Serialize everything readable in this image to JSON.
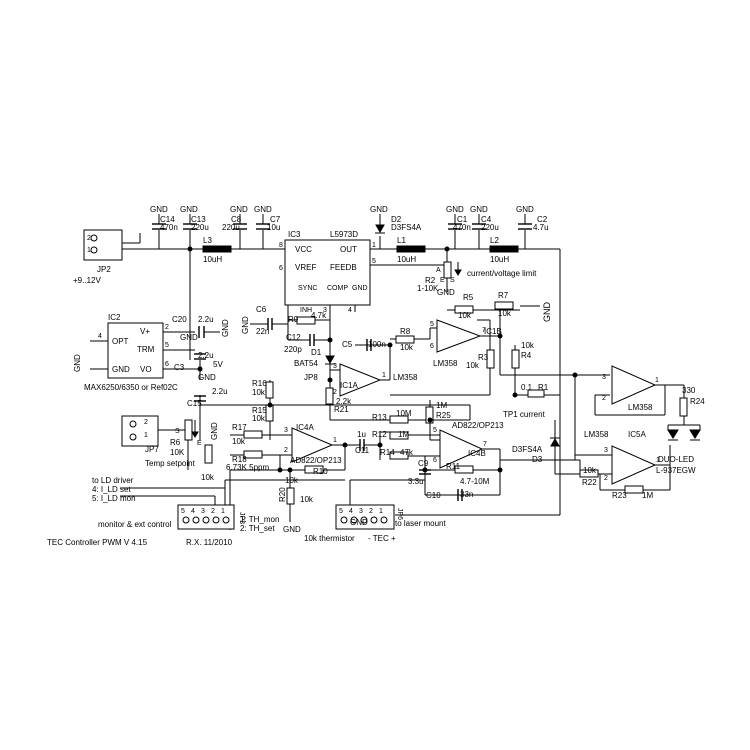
{
  "title": "TEC Controller PWM  V 4.15",
  "author": "R.X.  11/2010",
  "labels": {
    "supply": "+9..12V",
    "ref_part": "MAX6250/6350 or Ref02C",
    "temp_setpoint": "Temp setpoint",
    "cv_limit": "current/voltage limit",
    "tp1": "TP1 current",
    "thermistor": "10k thermistor",
    "tec": "- TEC +",
    "laser_mount": "to laser mount",
    "monitor": "monitor & ext control",
    "to_ld": "to LD driver",
    "ild_set": "4: I_LD set",
    "ild_mon": "5: I_LD mon",
    "th_mon": "1: TH_mon",
    "th_set": "2: TH_set",
    "duo_led": "DUO-LED",
    "led_part": "L-937EGW",
    "v5": "5V"
  },
  "ic3": {
    "name": "IC3",
    "part": "L5973D",
    "vcc": "VCC",
    "out": "OUT",
    "vref": "VREF",
    "feedb": "FEEDB",
    "inh": "INH",
    "sync": "SYNC",
    "comp": "COMP",
    "gnd": "GND",
    "p8": "8",
    "p1": "1",
    "p6": "6",
    "p5": "5",
    "p3": "3",
    "p4": "4"
  },
  "ic2": {
    "name": "IC2",
    "opt": "OPT",
    "vplus": "V+",
    "trm": "TRM",
    "gnd": "GND",
    "vo": "VO",
    "p4": "4",
    "p2": "2",
    "p5": "5",
    "p6": "6"
  },
  "opamps": {
    "ic1a": "IC1A",
    "ic1b": "IC1B",
    "ic4a": "IC4A",
    "ic4b": "IC4B",
    "ic5a": "IC5A",
    "lm358": "LM358",
    "ad822": "AD822/OP213"
  },
  "connectors": {
    "jp2": "JP2",
    "jp7": "JP7",
    "jp3": "JP3",
    "jp8": "JP8",
    "jp6": "JP6"
  },
  "components": {
    "c14": "C14",
    "c14v": "470n",
    "c13": "C13",
    "c13v": "220u",
    "c8": "C8",
    "c8v": "220u",
    "c7": "C7",
    "c7v": "10u",
    "d2": "D2",
    "d2v": "D3FS4A",
    "c1": "C1",
    "c1v": "470n",
    "c4": "C4",
    "c4v": "220u",
    "c2": "C2",
    "c2v": "4.7u",
    "l3": "L3",
    "l3v": "10uH",
    "l1": "L1",
    "l1v": "10uH",
    "l2": "L2",
    "l2v": "10uH",
    "r2": "R2",
    "r2v": "1-10K",
    "r5": "R5",
    "r5v": "10k",
    "r7": "R7",
    "r7v": "10k",
    "c20": "C20",
    "c20v": "2.2u",
    "c3": "C3",
    "c3v": "2.2u",
    "c6": "C6",
    "c6v": "22n",
    "r9": "R9",
    "r9v": "4.7k",
    "c12": "C12",
    "c12v": "220p",
    "d1": "D1",
    "d1v": "BAT54",
    "c5": "C5",
    "c5v": "100n",
    "r8": "R8",
    "r8v": "10k",
    "r3": "R3",
    "r3v": "10k",
    "r4": "R4",
    "r4v": "10k",
    "c15": "C15",
    "c15v": "2.2u",
    "r16": "R16",
    "r16v": "10k",
    "r15": "R15",
    "r15v": "10k",
    "r21": "R21",
    "r21v": "2.2k",
    "r13": "R13",
    "r13v": "10M",
    "r25": "R25",
    "r25v": "1M",
    "r1": "R1",
    "r1v": "0.1",
    "r17": "R17",
    "r17v": "10k",
    "r18": "R18",
    "r18v": "6.73K 5ppm",
    "r6": "R6",
    "r6v": "10K",
    "rx": "10k",
    "r12": "R12",
    "r12v": "1M",
    "r14": "R14",
    "r14v": "47k",
    "c11": "C11",
    "c11v": "1u",
    "r10": "R10",
    "r10v": "10k",
    "r20": "R20",
    "r20v": "10k",
    "c9": "C9",
    "c9v": "3.3u",
    "r11": "R11",
    "r11v": "4.7-10M",
    "c10": "C10",
    "c10v": "33n",
    "d3": "D3",
    "d3v": "D3FS4A",
    "r22": "R22",
    "r22v": "10k",
    "r23": "R23",
    "r23v": "1M",
    "r24": "R24",
    "r24v": "330"
  },
  "pins": {
    "p1": "1",
    "p2": "2",
    "p3": "3",
    "p4": "4",
    "p5": "5",
    "p6": "6",
    "p7": "7",
    "p8": "8",
    "a": "A",
    "e": "E",
    "s": "S"
  },
  "gnd": "GND"
}
